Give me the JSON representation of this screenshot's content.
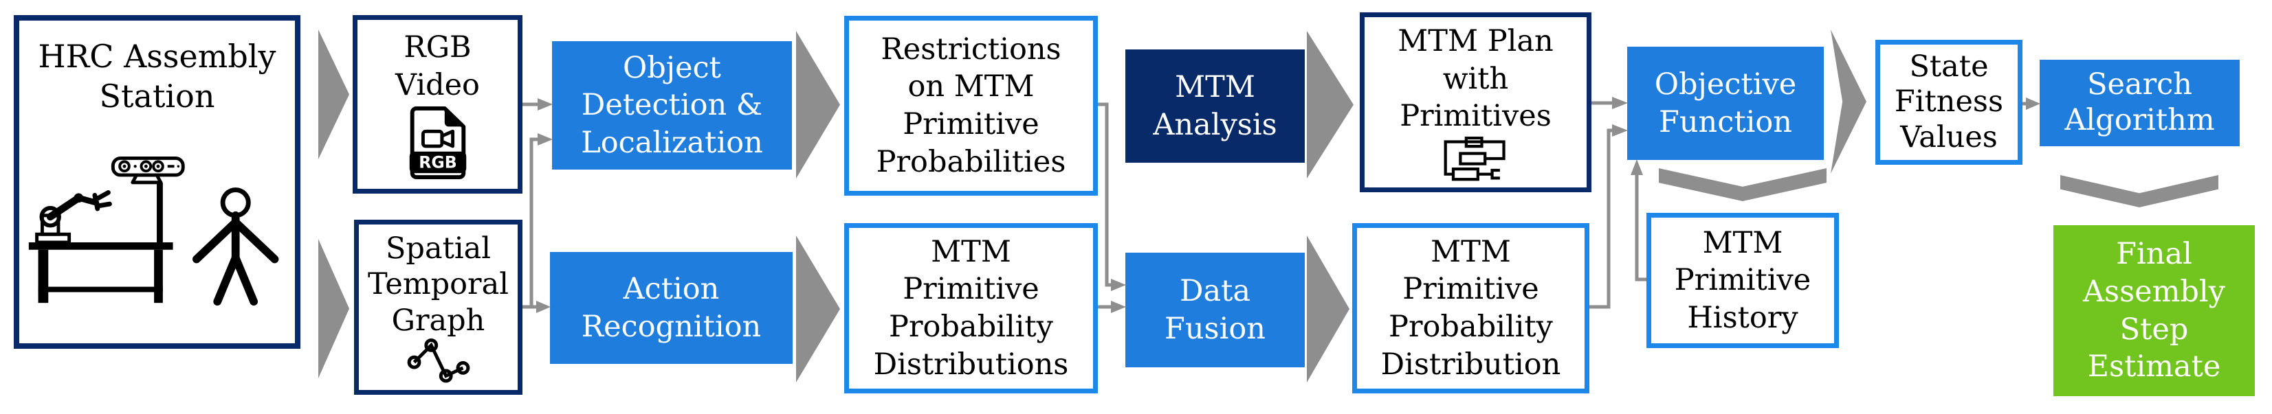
{
  "diagram": {
    "colors": {
      "navy": "#082a68",
      "process_blue": "#1f7dde",
      "outline_blue": "#1e87ea",
      "arrow_gray": "#8e8e8e",
      "green": "#72c41e",
      "ink": "#000000"
    },
    "nodes": {
      "hrc": {
        "label": "HRC Assembly\nStation"
      },
      "rgb_video": {
        "label": "RGB\nVideo"
      },
      "stg": {
        "label": "Spatial\nTemporal\nGraph"
      },
      "odl": {
        "label": "Object\nDetection &\nLocalization"
      },
      "action_recognition": {
        "label": "Action\nRecognition"
      },
      "restrictions": {
        "label": "Restrictions\non MTM\nPrimitive\nProbabilities"
      },
      "mtm_ppds": {
        "label": "MTM\nPrimitive\nProbability\nDistributions"
      },
      "mtm_analysis": {
        "label": "MTM\nAnalysis"
      },
      "data_fusion": {
        "label": "Data\nFusion"
      },
      "mtm_plan": {
        "label": "MTM Plan\nwith\nPrimitives"
      },
      "mtm_ppd": {
        "label": "MTM\nPrimitive\nProbability\nDistribution"
      },
      "objective_function": {
        "label": "Objective\nFunction"
      },
      "mtm_history": {
        "label": "MTM\nPrimitive\nHistory"
      },
      "state_fitness": {
        "label": "State\nFitness\nValues"
      },
      "search_algorithm": {
        "label": "Search\nAlgorithm"
      },
      "final_estimate": {
        "label": "Final\nAssembly\nStep\nEstimate"
      }
    },
    "icons": {
      "rgb_file_label": "RGB"
    },
    "connections": [
      {
        "from": "HRC Assembly Station",
        "to": "RGB Video"
      },
      {
        "from": "HRC Assembly Station",
        "to": "Spatial Temporal Graph"
      },
      {
        "from": "RGB Video",
        "to": "Object Detection & Localization"
      },
      {
        "from": "Spatial Temporal Graph",
        "to": "Object Detection & Localization"
      },
      {
        "from": "Spatial Temporal Graph",
        "to": "Action Recognition"
      },
      {
        "from": "Object Detection & Localization",
        "to": "Restrictions on MTM Primitive Probabilities"
      },
      {
        "from": "Action Recognition",
        "to": "MTM Primitive Probability Distributions"
      },
      {
        "from": "Restrictions on MTM Primitive Probabilities",
        "to": "Data Fusion"
      },
      {
        "from": "MTM Primitive Probability Distributions",
        "to": "Data Fusion"
      },
      {
        "from": "MTM Analysis",
        "to": "MTM Plan with Primitives"
      },
      {
        "from": "Data Fusion",
        "to": "MTM Primitive Probability Distribution"
      },
      {
        "from": "MTM Plan with Primitives",
        "to": "Objective Function"
      },
      {
        "from": "MTM Primitive Probability Distribution",
        "to": "Objective Function"
      },
      {
        "from": "MTM Primitive History",
        "to": "Objective Function"
      },
      {
        "from": "Objective Function",
        "to": "MTM Primitive History"
      },
      {
        "from": "Objective Function",
        "to": "State Fitness Values"
      },
      {
        "from": "State Fitness Values",
        "to": "Search Algorithm"
      },
      {
        "from": "Search Algorithm",
        "to": "Final Assembly Step Estimate"
      }
    ]
  }
}
